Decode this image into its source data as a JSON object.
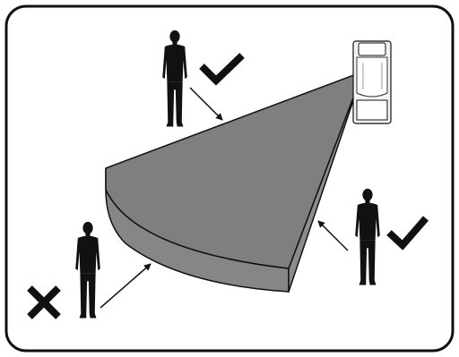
{
  "diagram": {
    "colors": {
      "frame": "#111111",
      "background": "#ffffff",
      "zone_top": "#7f7f7f",
      "zone_side": "#8a8a8a",
      "zone_front": "#7a7a7a",
      "person": "#111111",
      "arrow": "#111111",
      "sensor_body": "#f4f4f4",
      "mark": "#111111"
    },
    "icons": {
      "allowed": "check-mark-icon",
      "blocked": "cross-mark-icon",
      "device": "motion-sensor-icon"
    },
    "figures": [
      {
        "id": "top",
        "status": "allowed"
      },
      {
        "id": "right",
        "status": "allowed"
      },
      {
        "id": "left",
        "status": "blocked"
      }
    ]
  }
}
